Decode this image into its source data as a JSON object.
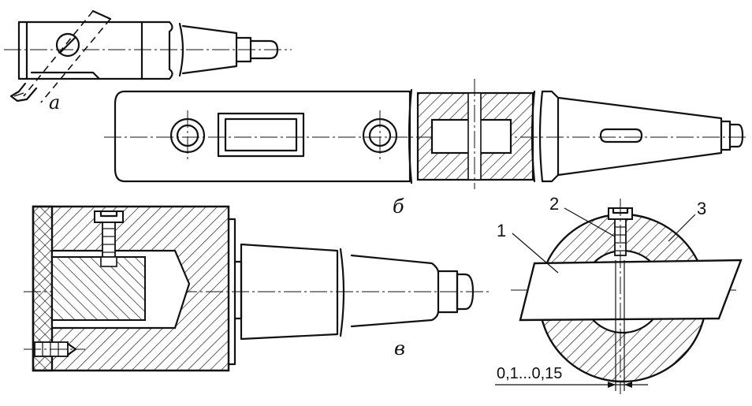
{
  "labels": {
    "view_a": "а",
    "view_b": "б",
    "view_v": "в"
  },
  "parts": {
    "p1": "1",
    "p2": "2",
    "p3": "3"
  },
  "dimension": "0,1...0,15"
}
